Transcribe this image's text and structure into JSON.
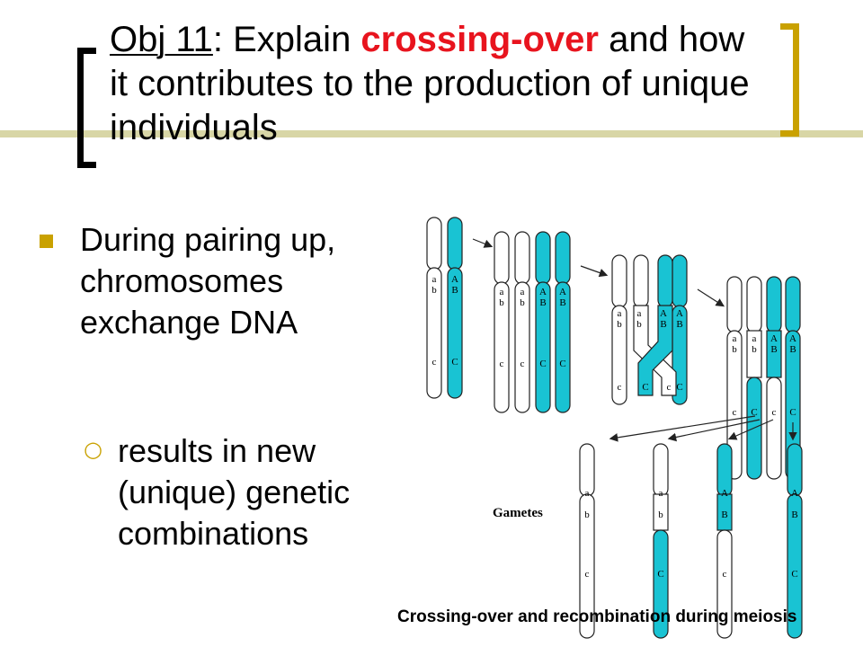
{
  "title": {
    "obj_label": "Obj 11",
    "after_label": ":  Explain ",
    "highlight": "crossing-over",
    "rest": " and how it contributes to the production of unique individuals"
  },
  "bullets": [
    {
      "text": "During pairing up, chromosomes exchange DNA"
    },
    {
      "text": "results in new (unique) genetic combinations"
    }
  ],
  "diagram": {
    "gametes_label": "Gametes",
    "caption": "Crossing-over and recombination  during meiosis",
    "gene_labels_lower": [
      "a",
      "b",
      "c"
    ],
    "gene_labels_upper": [
      "A",
      "B",
      "C"
    ],
    "colors": {
      "cyan": "#19c3d3",
      "title_red": "#e8141e",
      "accent_gold": "#c9a100"
    }
  }
}
